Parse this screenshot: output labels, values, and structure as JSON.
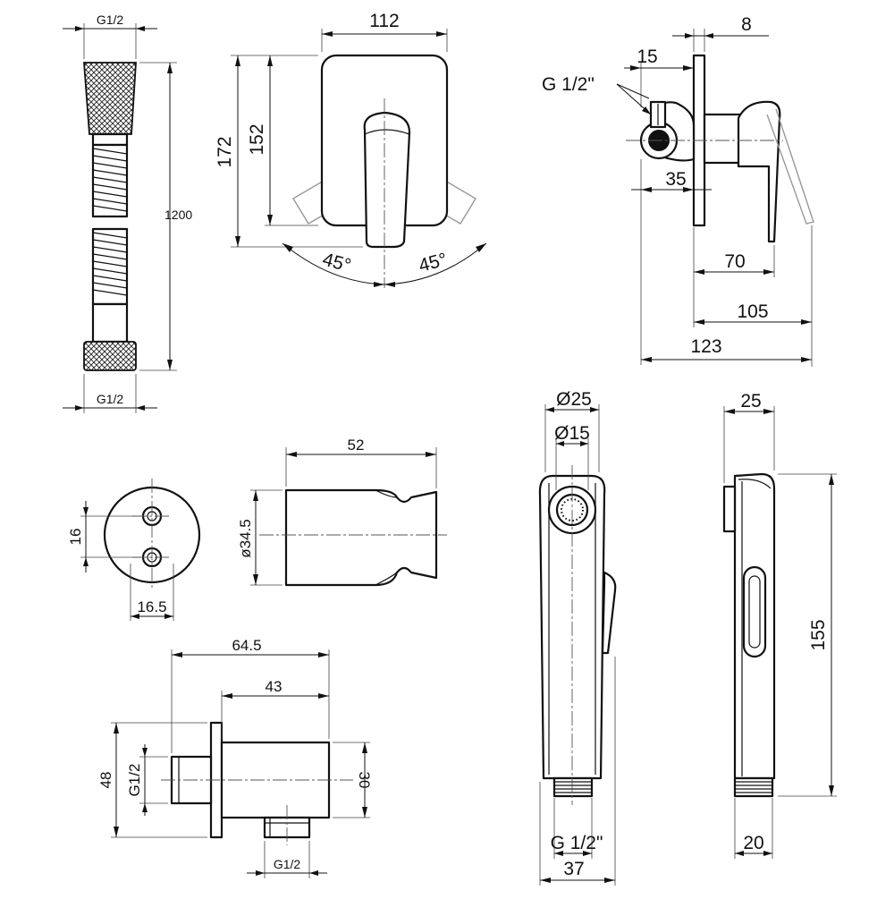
{
  "dimensions": {
    "hose": {
      "top_thread": "G1/2",
      "bottom_thread": "G1/2",
      "length": "1200"
    },
    "mixer_front": {
      "width": "112",
      "outer_height": "172",
      "inner_height": "152",
      "angle_left": "45°",
      "angle_right": "45°"
    },
    "mixer_side": {
      "plate": "8",
      "offset": "15",
      "thread": "G 1/2\"",
      "depth_35": "35",
      "depth_70": "70",
      "depth_105": "105",
      "depth_123": "123"
    },
    "holder": {
      "hole_spacing": "16",
      "hole_offset": "16.5",
      "diameter": "ø34.5",
      "length": "52"
    },
    "wall_outlet": {
      "total_length": "64.5",
      "body_length": "43",
      "height": "48",
      "body_height": "30",
      "side_thread": "G1/2",
      "bottom_thread": "G1/2"
    },
    "sprayer_front": {
      "outer_diameter": "Ø25",
      "inner_diameter": "Ø15",
      "thread": "G 1/2\"",
      "width": "37"
    },
    "sprayer_side": {
      "top_width": "25",
      "length": "155",
      "bottom_width": "20"
    }
  },
  "colors": {
    "line": "#111111",
    "background": "#ffffff"
  }
}
